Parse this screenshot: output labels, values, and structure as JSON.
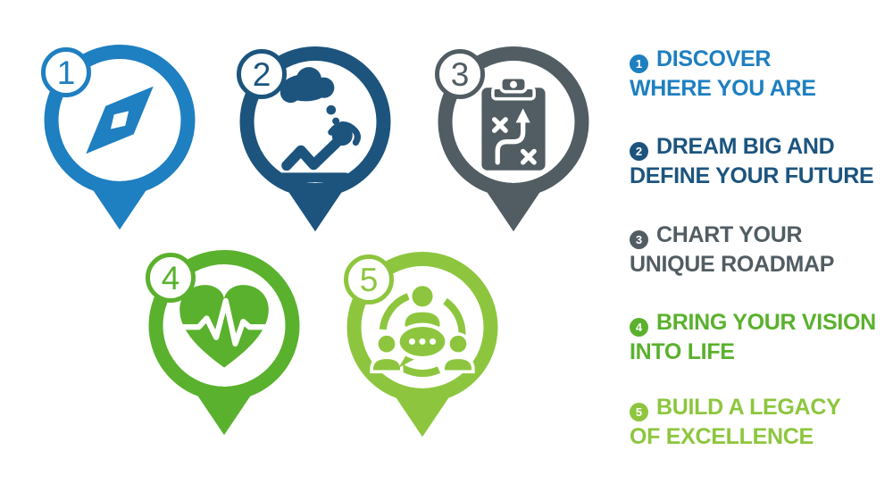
{
  "background": "#ffffff",
  "steps": [
    {
      "number": "1",
      "color": "#1e7fc1",
      "icon": "compass-icon",
      "label_line1": "DISCOVER",
      "label_line2": "WHERE YOU ARE"
    },
    {
      "number": "2",
      "color": "#1c547e",
      "icon": "daydreaming-person-icon",
      "label_line1": "DREAM BIG AND",
      "label_line2": "DEFINE YOUR FUTURE"
    },
    {
      "number": "3",
      "color": "#515d63",
      "icon": "strategy-clipboard-icon",
      "label_line1": "CHART YOUR",
      "label_line2": "UNIQUE ROADMAP"
    },
    {
      "number": "4",
      "color": "#5ab12d",
      "icon": "heartbeat-heart-icon",
      "label_line1": "BRING YOUR VISION",
      "label_line2": "INTO LIFE"
    },
    {
      "number": "5",
      "color": "#8dc63e",
      "icon": "team-communication-icon",
      "label_line1": "BUILD A LEGACY",
      "label_line2": "OF EXCELLENCE"
    }
  ]
}
